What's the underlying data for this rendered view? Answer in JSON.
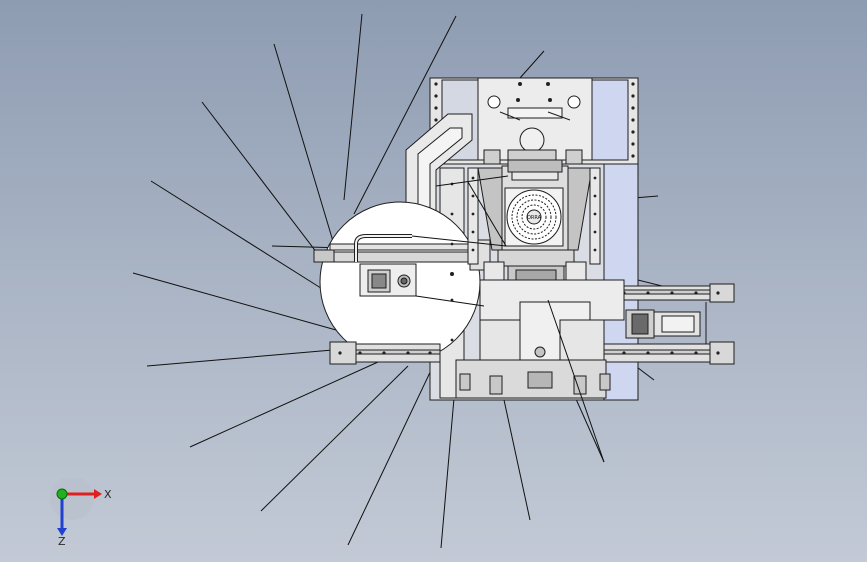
{
  "viewport": {
    "background_top": "#8e9cb2",
    "background_bottom": "#c3cad6"
  },
  "drawing": {
    "callout_count": 19,
    "part_fill": "#e6e6e6",
    "part_fill_alt": "#d4d8e2",
    "stroke": "#1e1e1e",
    "blue_panel": "#cfd6f0",
    "fan_label": "ORRA"
  },
  "triad": {
    "x_label": "X",
    "z_label": "Z",
    "x_color": "#e02020",
    "y_color": "#20b020",
    "z_color": "#2040d0"
  }
}
